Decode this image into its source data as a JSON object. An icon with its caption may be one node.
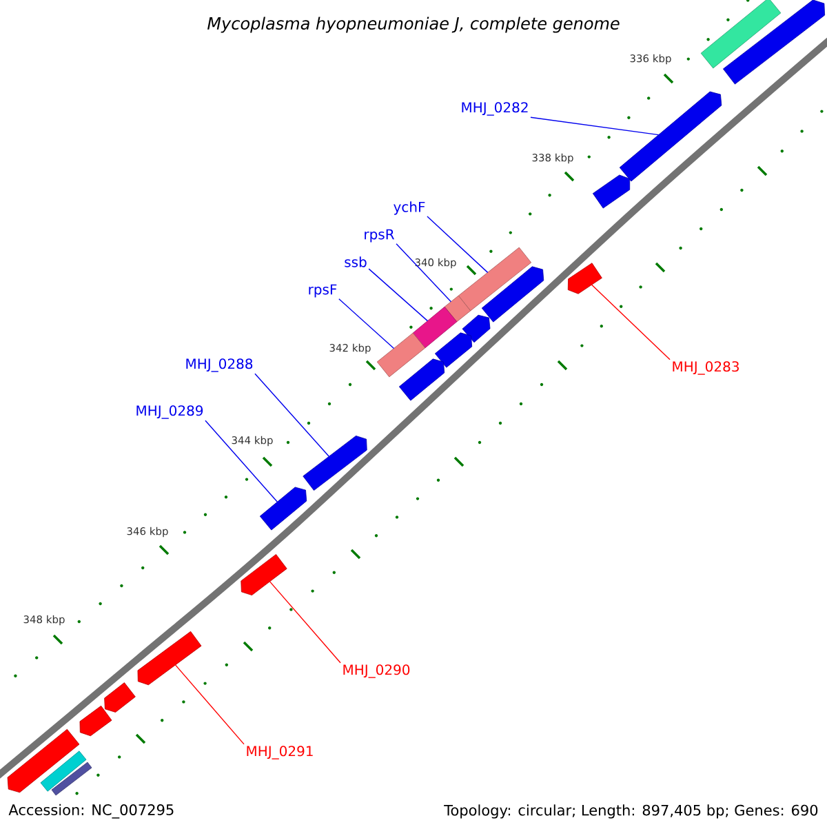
{
  "diagram": {
    "title": "Mycoplasma hyopneumoniae J, complete genome",
    "nodes": [
      {
        "text": [
          "MHJ_0282"
        ]
      },
      {
        "text": [
          "ychF"
        ]
      },
      {
        "text": [
          "rpsR"
        ]
      },
      {
        "text": [
          "ssb"
        ]
      },
      {
        "text": [
          "rpsF"
        ]
      },
      {
        "text": [
          "MHJ_0288"
        ]
      },
      {
        "text": [
          "MHJ_0289"
        ]
      },
      {
        "text": [
          "MHJ_0283"
        ]
      },
      {
        "text": [
          "MHJ_0290"
        ]
      },
      {
        "text": [
          "MHJ_0291"
        ]
      },
      {
        "text": [],
        "shape": "pentagon"
      },
      {
        "text": [],
        "shape": "bar"
      },
      {
        "text": [],
        "shape": "bar"
      },
      {
        "text": [],
        "shape": "bar"
      },
      {
        "text": [],
        "shape": "bar"
      },
      {
        "text": [],
        "shape": "pentagon"
      },
      {
        "text": [],
        "shape": "pentagon"
      },
      {
        "text": [],
        "shape": "pentagon"
      },
      {
        "text": [],
        "shape": "pentagon"
      },
      {
        "text": [],
        "shape": "pentagon"
      },
      {
        "text": [],
        "shape": "bar"
      },
      {
        "text": [],
        "shape": "pentagon"
      },
      {
        "text": [],
        "shape": "pentagon"
      },
      {
        "text": [],
        "shape": "pentagon"
      },
      {
        "text": [],
        "shape": "pentagon"
      },
      {
        "text": [],
        "shape": "pentagon"
      },
      {
        "text": [],
        "shape": "pentagon"
      },
      {
        "text": [],
        "shape": "pentagon"
      },
      {
        "text": [],
        "shape": "pentagon"
      },
      {
        "text": [],
        "shape": "pentagon"
      },
      {
        "text": [],
        "shape": "bar"
      },
      {
        "text": [],
        "shape": "bar"
      }
    ],
    "edges": [
      {
        "from": 0,
        "to": 10,
        "arrow": "none"
      },
      {
        "from": 1,
        "to": 11,
        "arrow": "none"
      },
      {
        "from": 2,
        "to": 12,
        "arrow": "none"
      },
      {
        "from": 3,
        "to": 13,
        "arrow": "none"
      },
      {
        "from": 4,
        "to": 14,
        "arrow": "none"
      },
      {
        "from": 5,
        "to": 15,
        "arrow": "none"
      },
      {
        "from": 6,
        "to": 16,
        "arrow": "none"
      },
      {
        "from": 7,
        "to": 17,
        "arrow": "none",
        "color": "#ff0000"
      },
      {
        "from": 8,
        "to": 18,
        "arrow": "none",
        "color": "#ff0000"
      },
      {
        "from": 9,
        "to": 19,
        "arrow": "none",
        "color": "#ff0000"
      }
    ],
    "labels": [
      "336 kbp",
      "338 kbp",
      "340 kbp",
      "342 kbp",
      "344 kbp",
      "346 kbp",
      "348 kbp",
      "Accession: NC_007295",
      "Topology: circular; Length: 897,405 bp; Genes: 690"
    ]
  }
}
